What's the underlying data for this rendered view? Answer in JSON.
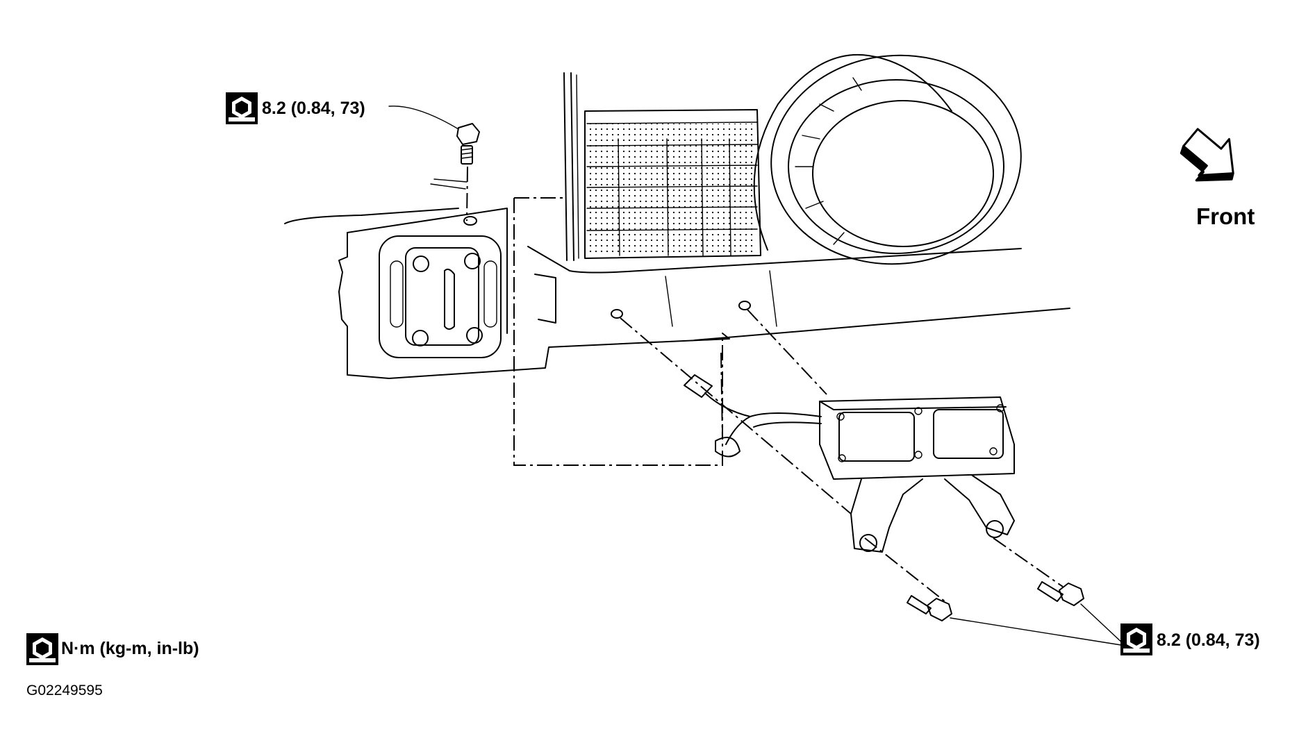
{
  "diagram": {
    "torque_top": "8.2 (0.84, 73)",
    "torque_bottom": "8.2 (0.84, 73)",
    "front_label": "Front",
    "legend_units": "N·m (kg-m, in-lb)",
    "figure_code": "G02249595",
    "colors": {
      "line": "#000000",
      "background": "#ffffff"
    },
    "icons": [
      "torque-wrench-icon",
      "front-direction-arrow-icon"
    ]
  }
}
